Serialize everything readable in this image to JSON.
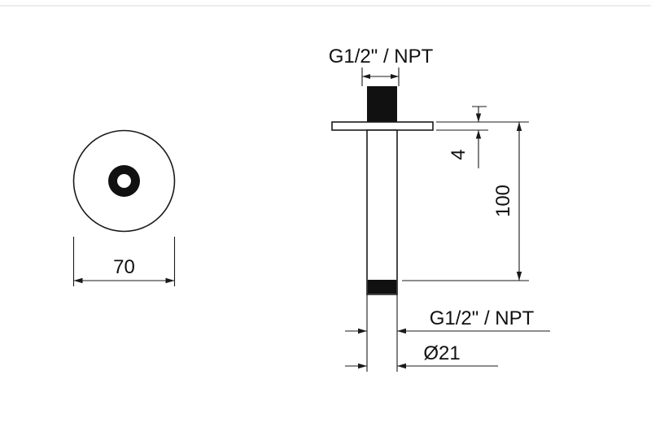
{
  "page": {
    "background": "#ffffff"
  },
  "drawing": {
    "type": "technical-dimension-drawing",
    "subject": "ceiling-mounted-shower-arm",
    "views": {
      "top_view": {
        "dim_flange_diameter": "70"
      },
      "side_view": {
        "label_top_thread": "G1/2\" / NPT",
        "label_bottom_thread": "G1/2\" / NPT",
        "dim_flange_thickness": "4",
        "dim_arm_length": "100",
        "dim_pipe_diameter": "Ø21"
      }
    },
    "colors": {
      "line": "#1a1a1a",
      "solid_fill": "#111111",
      "background": "#ffffff"
    }
  }
}
